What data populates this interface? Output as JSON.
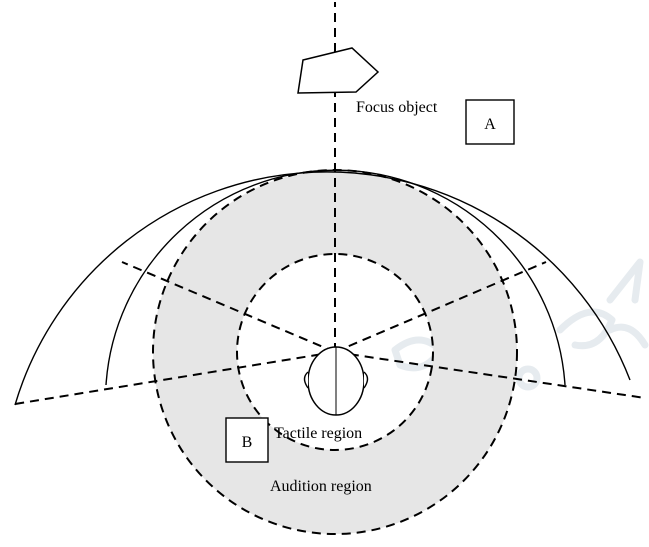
{
  "diagram": {
    "labels": {
      "focus_object": "Focus object",
      "box_a": "A",
      "box_b": "B",
      "tactile_region": "Tactile region",
      "audition_region": "Audition region"
    },
    "colors": {
      "stroke": "#000000",
      "audition_fill": "#e6e6e6",
      "background": "#ffffff",
      "watermark": "#e6ebef"
    },
    "watermark": "faint diagonal watermark lettering at lower right"
  }
}
